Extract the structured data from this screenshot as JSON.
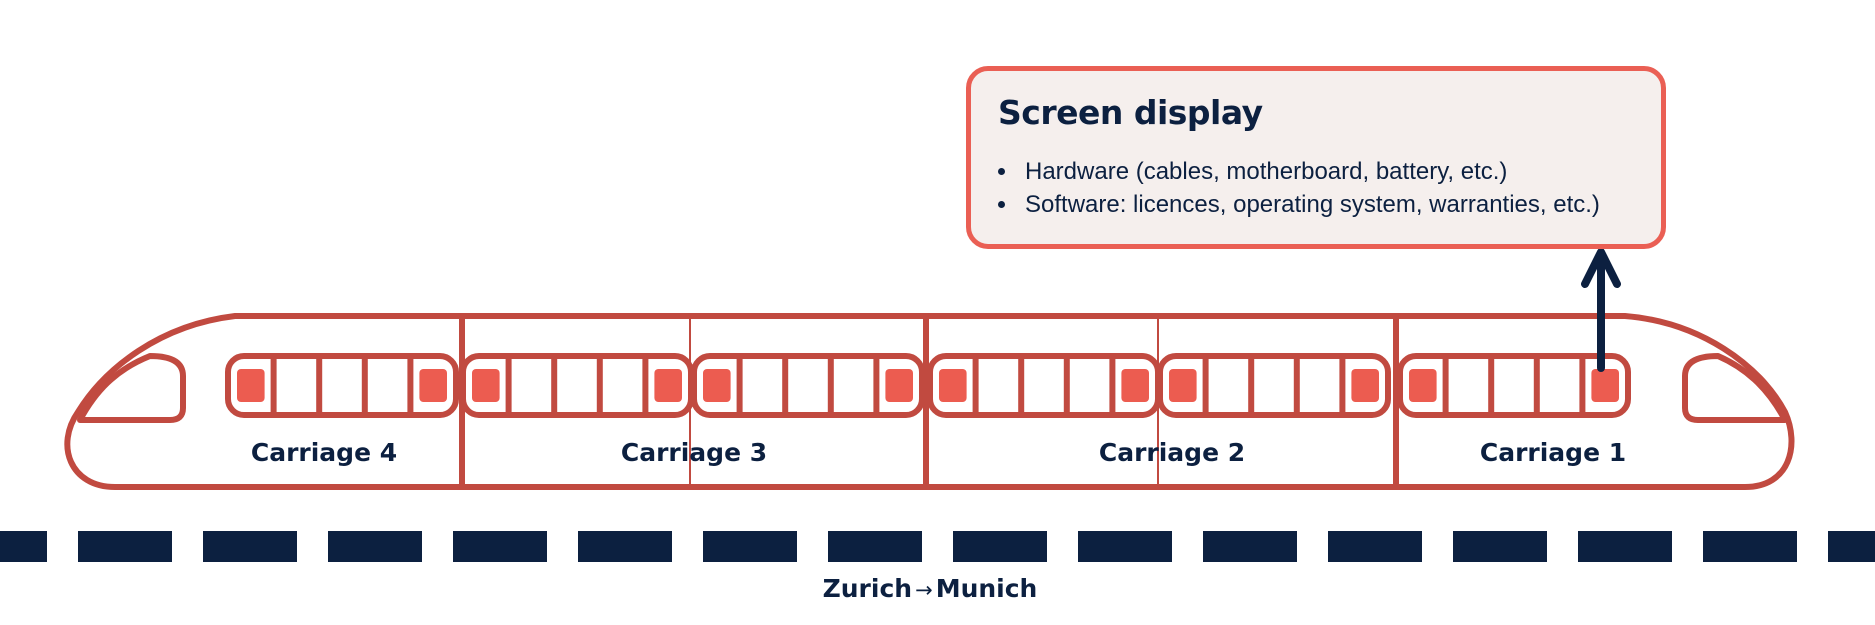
{
  "callout": {
    "title": "Screen display",
    "items": [
      "Hardware (cables, motherboard, battery, etc.)",
      "Software: licences, operating system, warranties, etc.)"
    ]
  },
  "carriages": [
    {
      "label": "Carriage 4"
    },
    {
      "label": "Carriage 3"
    },
    {
      "label": "Carriage 2"
    },
    {
      "label": "Carriage 1"
    }
  ],
  "route": {
    "from": "Zurich",
    "arrow": "→",
    "to": "Munich"
  },
  "colors": {
    "train": "#c14a40",
    "window_accent": "#ec5c50",
    "ink": "#0c2040",
    "callout_border": "#ea5f54",
    "callout_fill": "#f5efed"
  }
}
